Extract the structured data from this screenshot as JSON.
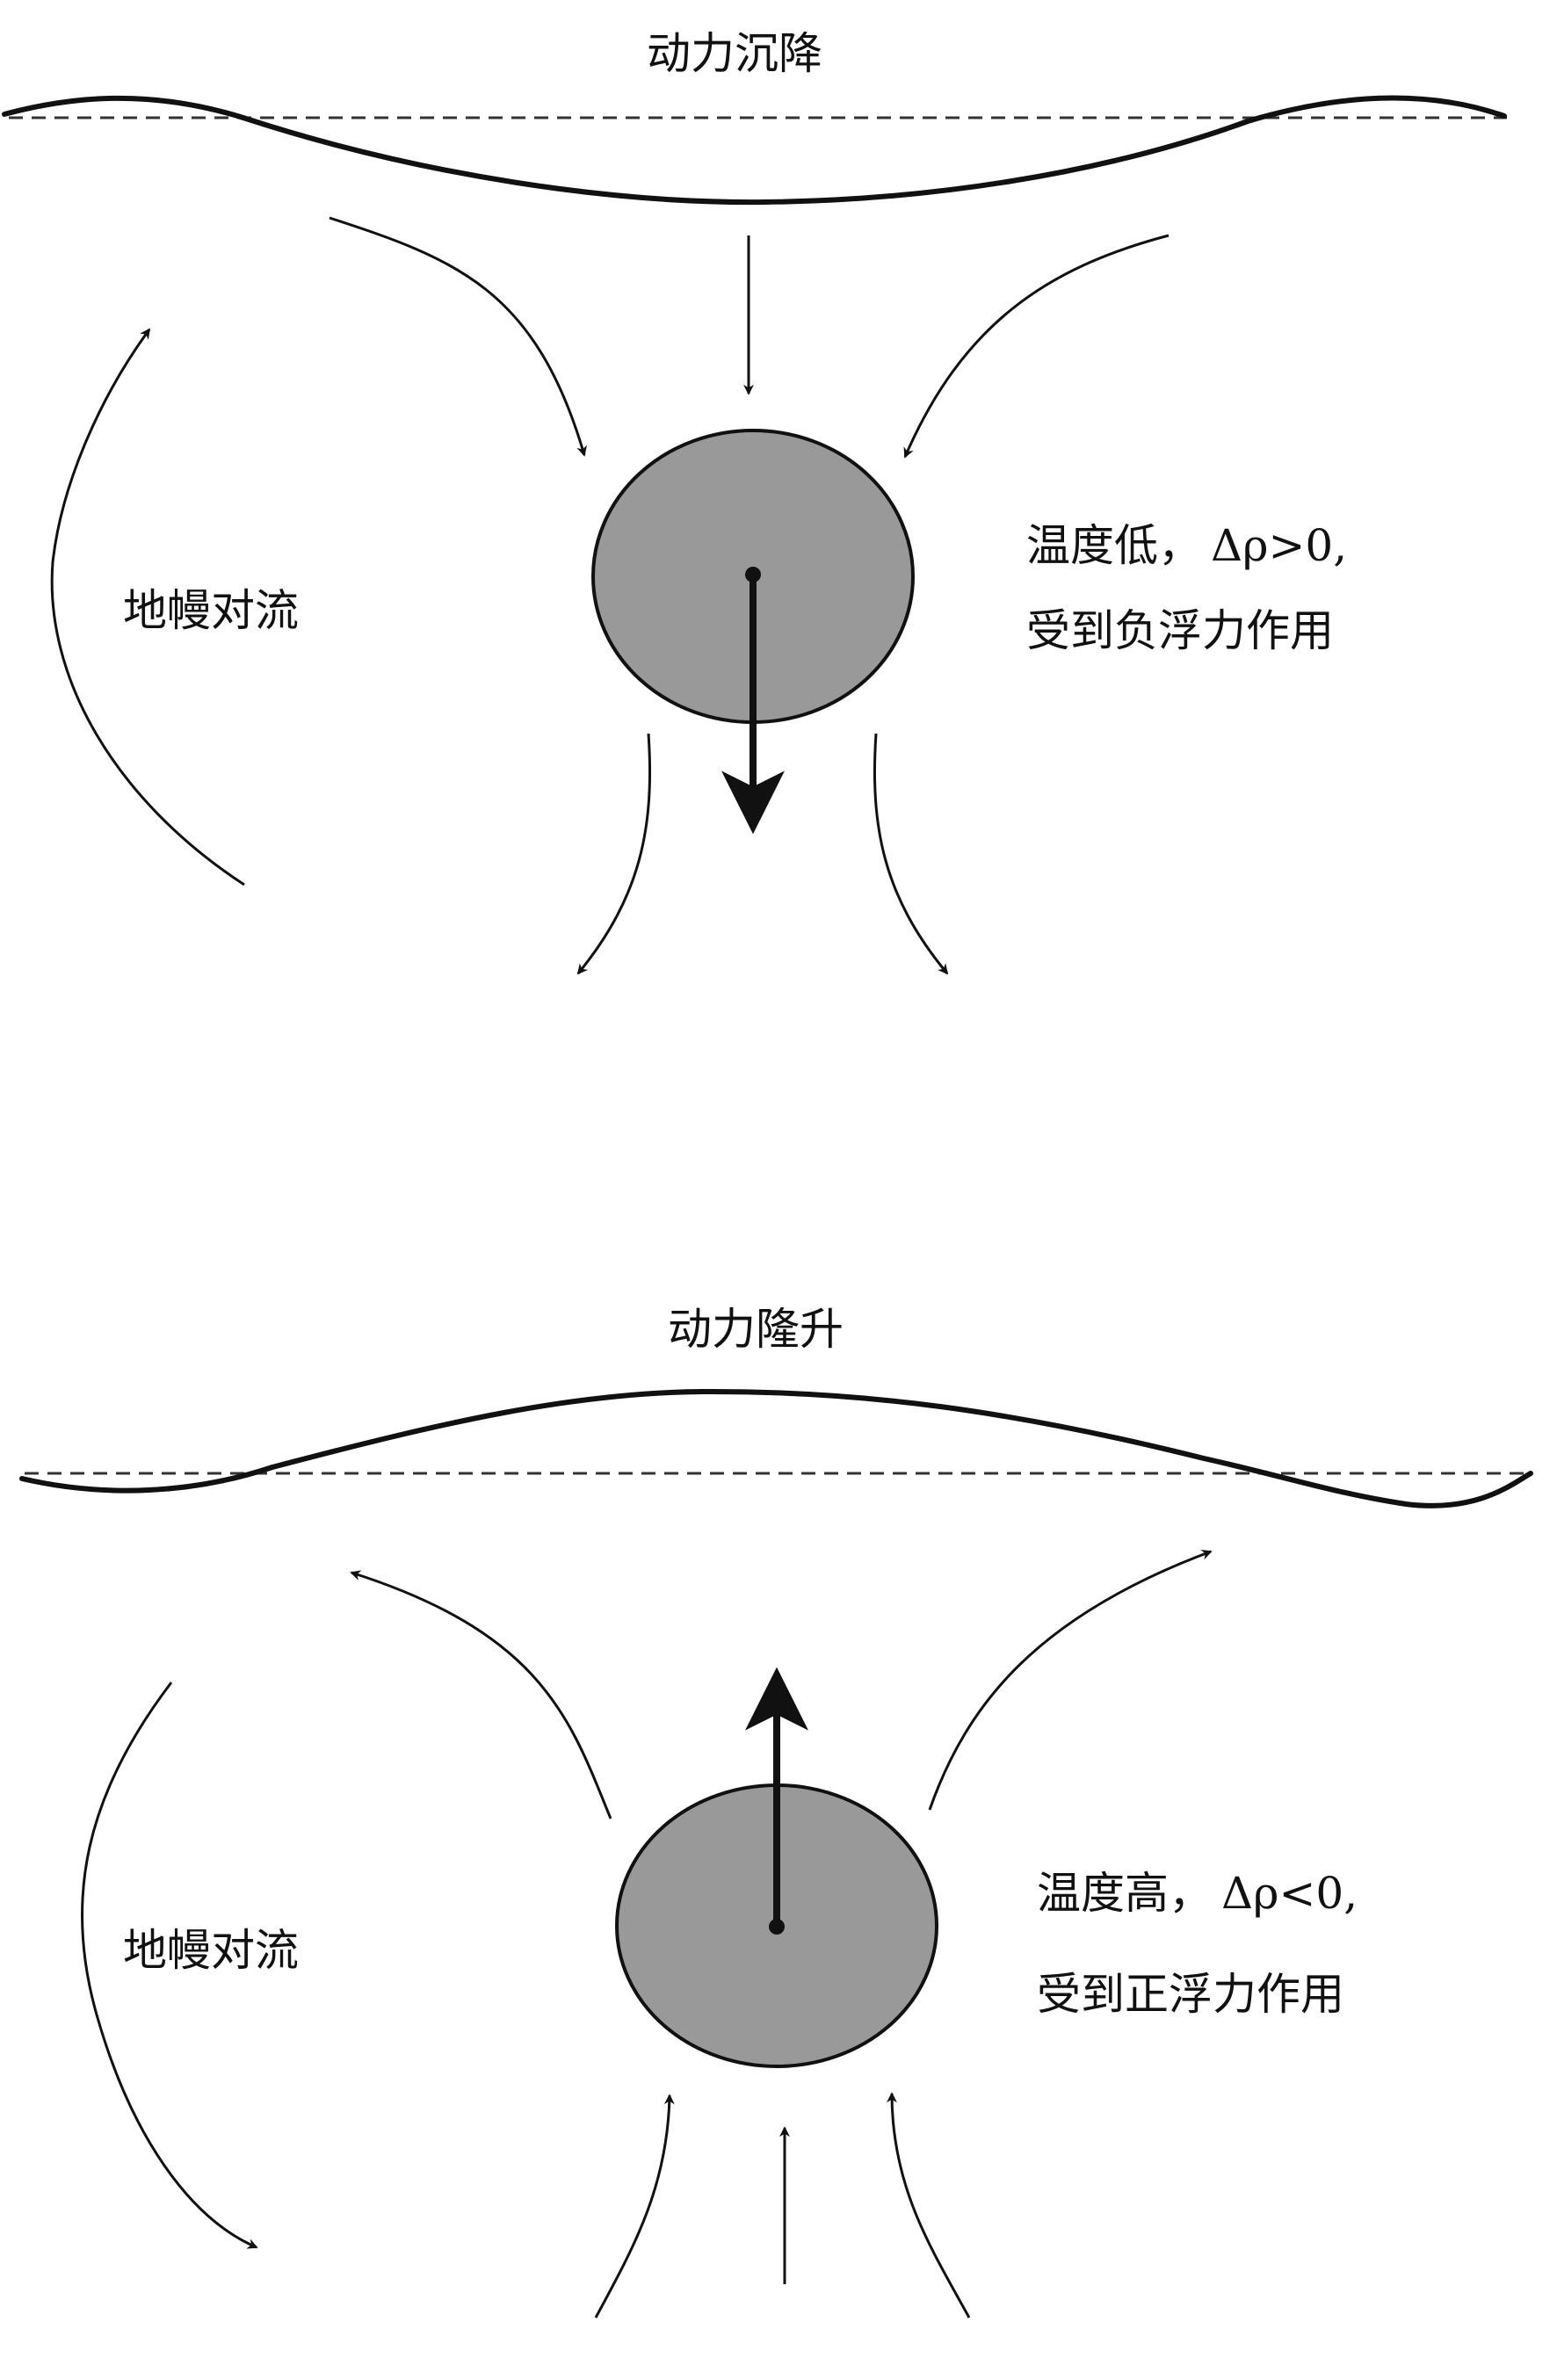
{
  "panels": [
    {
      "title": "动力沉降",
      "convection_label": "地幔对流",
      "state_line1_text": "温度低，",
      "state_line1_math": "Δρ>0,",
      "state_line2": "受到负浮力作用"
    },
    {
      "title": "动力隆升",
      "convection_label": "地幔对流",
      "state_line1_text": "温度高，",
      "state_line1_math": "Δρ<0,",
      "state_line2": "受到正浮力作用"
    }
  ],
  "colors": {
    "slab_fill": "#999999",
    "line": "#111111",
    "background": "#ffffff"
  }
}
